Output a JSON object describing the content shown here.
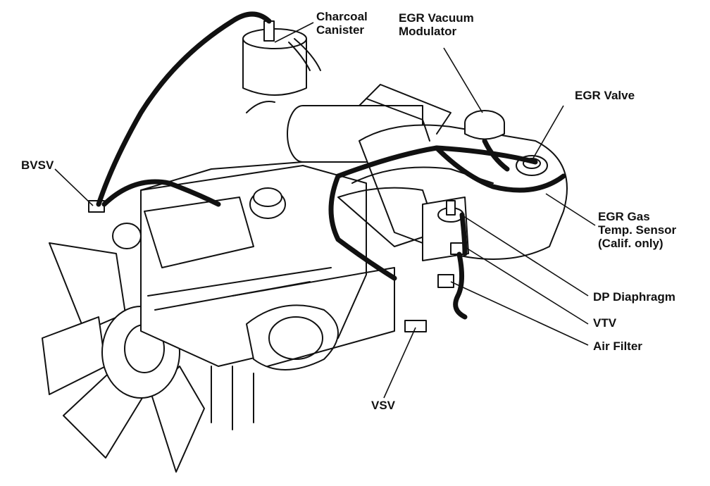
{
  "labels": {
    "charcoal_canister": "Charcoal\nCanister",
    "egr_vacuum_modulator": "EGR Vacuum\nModulator",
    "egr_valve": "EGR Valve",
    "bvsv": "BVSV",
    "egr_gas_temp_sensor": "EGR Gas\nTemp. Sensor\n(Calif. only)",
    "dp_diaphragm": "DP Diaphragm",
    "vtv": "VTV",
    "air_filter": "Air Filter",
    "vsv": "VSV"
  },
  "colors": {
    "ink": "#111111",
    "paper": "#ffffff"
  }
}
